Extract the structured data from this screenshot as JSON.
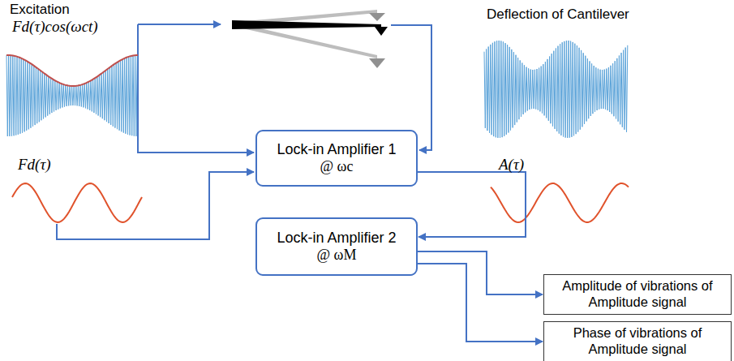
{
  "diagram": {
    "nodes": [
      {
        "text": [
          "Lock-in Amplifier 1",
          "@ ωc"
        ]
      },
      {
        "text": [
          "Lock-in Amplifier 2",
          "@ ωM"
        ]
      },
      {
        "text": [
          "Amplitude of vibrations of Amplitude signal"
        ]
      },
      {
        "text": [
          "Phase of vibrations of Amplitude signal"
        ]
      }
    ],
    "edges": [
      {
        "from": 0,
        "to": 1,
        "arrow": "to"
      },
      {
        "from": 1,
        "to": 2,
        "arrow": "to"
      },
      {
        "from": 1,
        "to": 3,
        "arrow": "to"
      }
    ],
    "labels": [
      "Excitation",
      "Fd(τ)cos(ωct)",
      "Deflection of Cantilever",
      "Fd(τ)",
      "A(τ)"
    ]
  }
}
